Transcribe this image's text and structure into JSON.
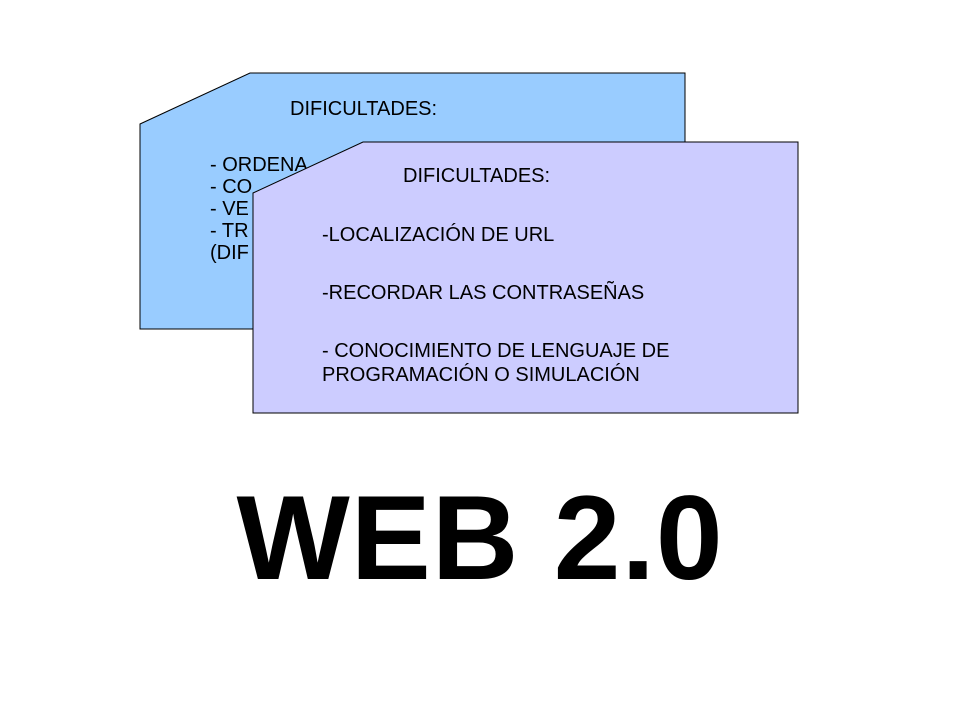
{
  "back_card": {
    "title": "DIFICULTADES:",
    "items": [
      "- ORDENA",
      "- CO",
      "- VE",
      "- TR",
      "(DIF"
    ],
    "fill": "#99CCFF"
  },
  "front_card": {
    "title": "DIFICULTADES:",
    "items": [
      "-LOCALIZACIÓN DE URL",
      "-RECORDAR LAS CONTRASEÑAS",
      "- CONOCIMIENTO DE LENGUAJE DE",
      "PROGRAMACIÓN O SIMULACIÓN"
    ],
    "fill": "#CCCCFF"
  },
  "main_title": "WEB 2.0"
}
